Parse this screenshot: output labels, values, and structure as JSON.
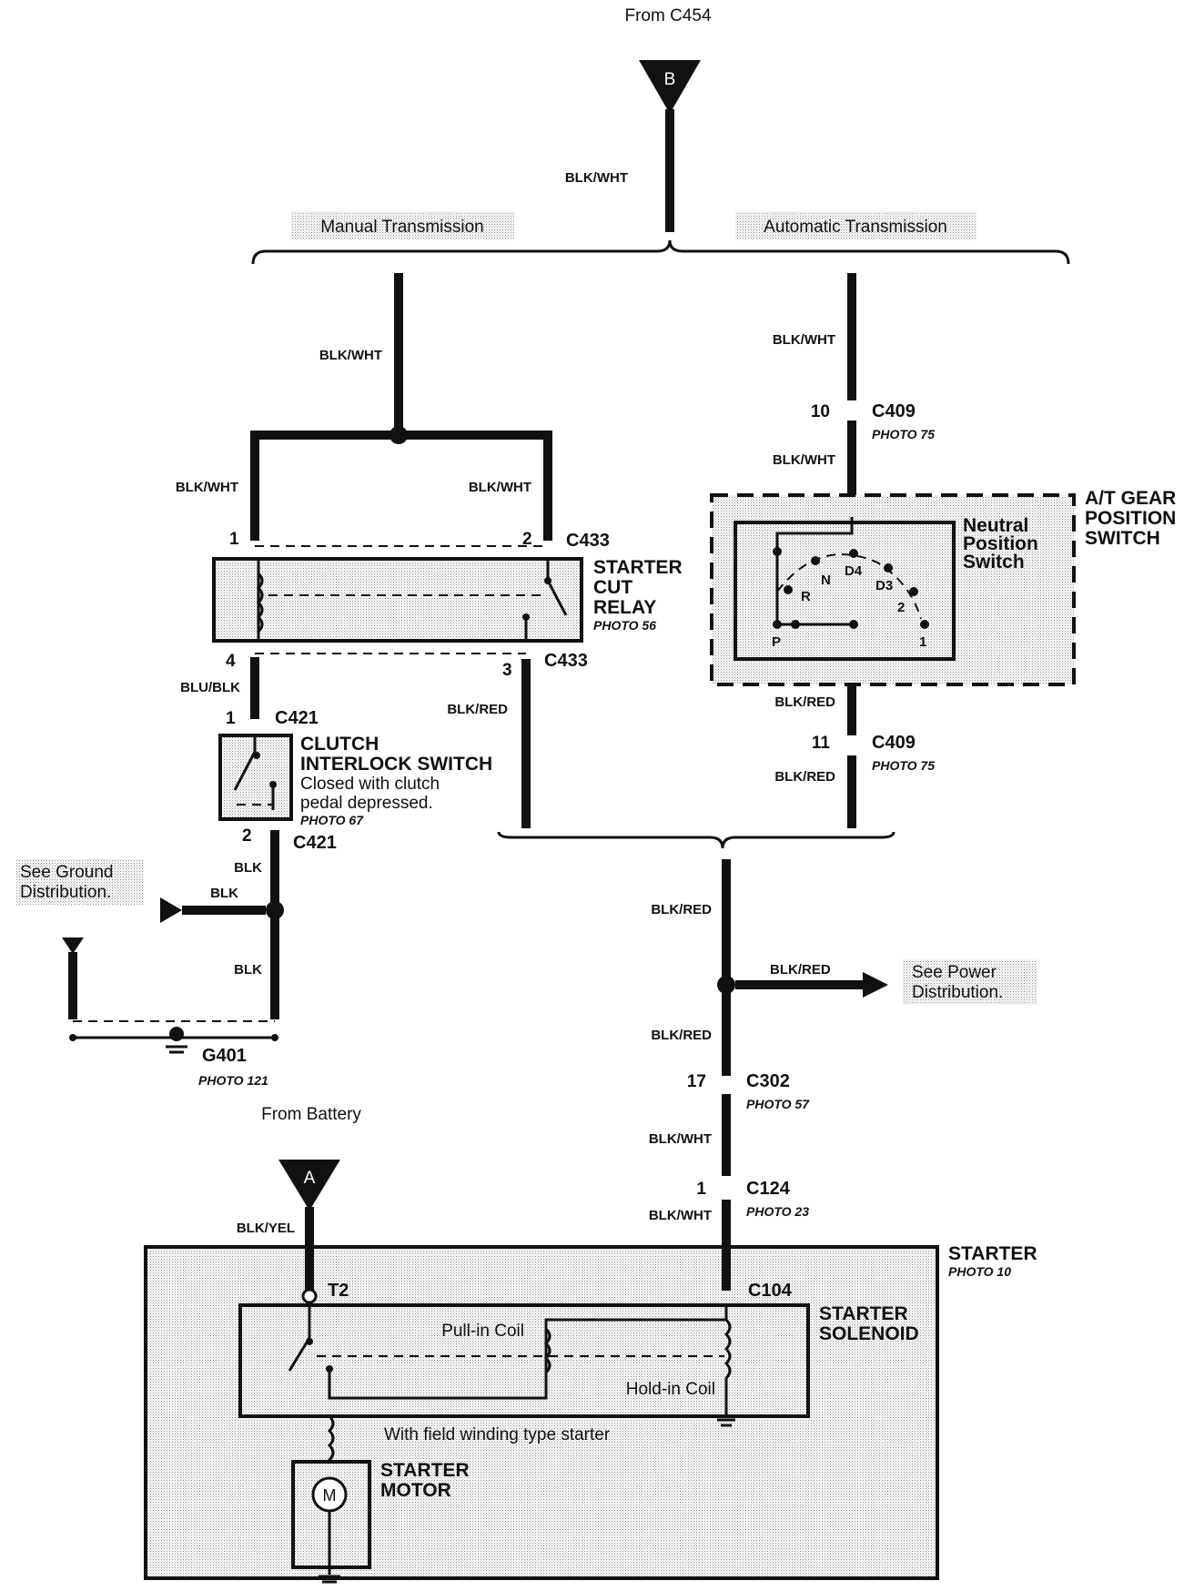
{
  "top_source": "From C454",
  "battery_source": "From Battery",
  "term_b": "B",
  "term_a": "A",
  "manual": "Manual Transmission",
  "automatic": "Automatic Transmission",
  "wires": {
    "w_top": "BLK/WHT",
    "w_manual": "BLK/WHT",
    "w_auto": "BLK/WHT",
    "w_auto2": "BLK/WHT",
    "w_relay_left": "BLK/WHT",
    "w_relay_right": "BLK/WHT",
    "w_blublk": "BLU/BLK",
    "w_blkred_relay": "BLK/RED",
    "w_blkred_sw": "BLK/RED",
    "w_blkred_c409": "BLK/RED",
    "w_blk1": "BLK",
    "w_blk2": "BLK",
    "w_blk3": "BLK",
    "w_blkred_main1": "BLK/RED",
    "w_blkred_power": "BLK/RED",
    "w_blkred_main2": "BLK/RED",
    "w_blkwht_c302": "BLK/WHT",
    "w_blkwht_c124": "BLK/WHT",
    "w_blkyel": "BLK/YEL"
  },
  "connectors": {
    "c409_pin10": "10",
    "c409_a": "C409",
    "c409_a_photo": "PHOTO 75",
    "c409_pin11": "11",
    "c409_b": "C409",
    "c409_b_photo": "PHOTO 75",
    "c433_pin1": "1",
    "c433_pin2": "2",
    "c433_top": "C433",
    "c433_pin4": "4",
    "c433_pin3": "3",
    "c433_bot": "C433",
    "c421_pin1": "1",
    "c421_a": "C421",
    "c421_pin2": "2",
    "c421_b": "C421",
    "g401": "G401",
    "g401_photo": "PHOTO 121",
    "c302_pin": "17",
    "c302": "C302",
    "c302_photo": "PHOTO 57",
    "c124_pin": "1",
    "c124": "C124",
    "c124_photo": "PHOTO 23",
    "t2": "T2",
    "c104": "C104"
  },
  "components": {
    "relay_l1": "STARTER",
    "relay_l2": "CUT",
    "relay_l3": "RELAY",
    "relay_photo": "PHOTO 56",
    "clutch_l1": "CLUTCH",
    "clutch_l2": "INTERLOCK SWITCH",
    "clutch_n1": "Closed with clutch",
    "clutch_n2": "pedal depressed.",
    "clutch_photo": "PHOTO 67",
    "atgear_l1": "A/T GEAR",
    "atgear_l2": "POSITION",
    "atgear_l3": "SWITCH",
    "neutral_l1": "Neutral",
    "neutral_l2": "Position",
    "neutral_l3": "Switch",
    "pos_p": "P",
    "pos_r": "R",
    "pos_n": "N",
    "pos_d4": "D4",
    "pos_d3": "D3",
    "pos_2": "2",
    "pos_1": "1",
    "starter": "STARTER",
    "starter_photo": "PHOTO 10",
    "solenoid_l1": "STARTER",
    "solenoid_l2": "SOLENOID",
    "pullin": "Pull-in Coil",
    "holdin": "Hold-in Coil",
    "field_note": "With field winding type starter",
    "motor_l1": "STARTER",
    "motor_l2": "MOTOR",
    "motor_m": "M"
  },
  "notes": {
    "ground_l1": "See Ground",
    "ground_l2": "Distribution.",
    "power_l1": "See Power",
    "power_l2": "Distribution."
  }
}
